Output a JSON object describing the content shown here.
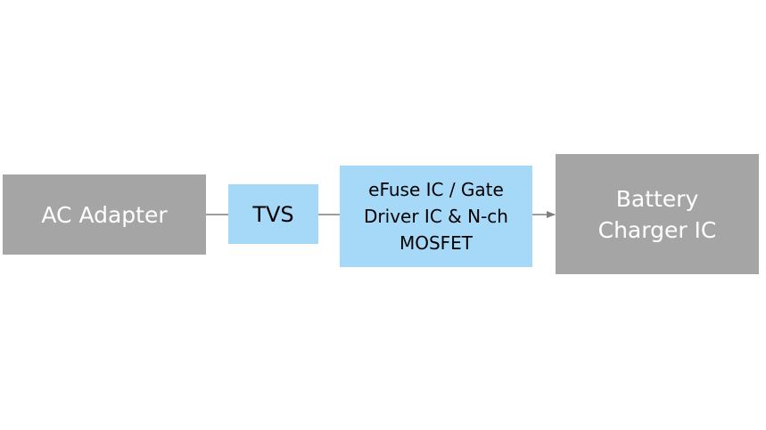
{
  "diagram": {
    "colors": {
      "gray_block": "#a5a5a5",
      "blue_block": "#a6d8f7",
      "connector": "#7f7f7f"
    },
    "blocks": {
      "ac_adapter": {
        "label": "AC Adapter"
      },
      "tvs": {
        "label": "TVS"
      },
      "efuse": {
        "label": "eFuse IC / Gate\nDriver IC & N-ch\nMOSFET"
      },
      "battery_charger": {
        "label": "Battery\nCharger IC"
      }
    }
  }
}
